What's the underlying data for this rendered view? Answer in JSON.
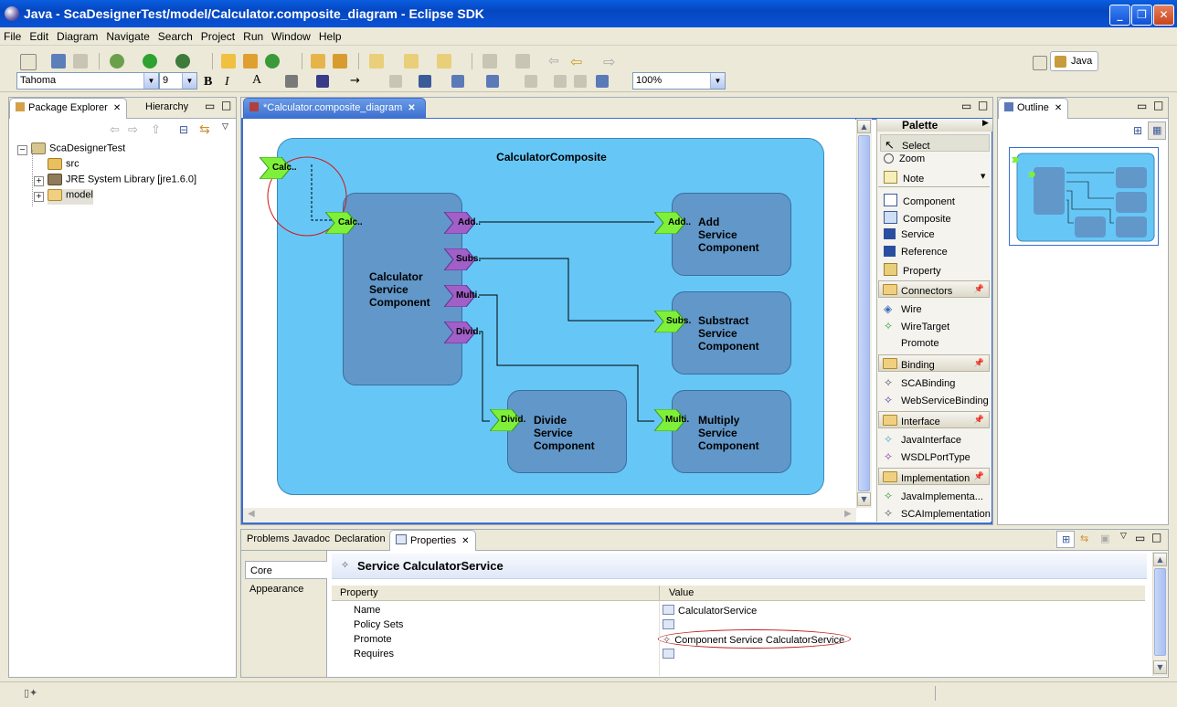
{
  "window": {
    "title": "Java - ScaDesignerTest/model/Calculator.composite_diagram - Eclipse SDK"
  },
  "menu": [
    "File",
    "Edit",
    "Diagram",
    "Navigate",
    "Search",
    "Project",
    "Run",
    "Window",
    "Help"
  ],
  "toolbar": {
    "font": "Tahoma",
    "font_size": "9",
    "zoom": "100%",
    "bold": "B",
    "italic": "I",
    "perspective": "Java"
  },
  "explorer": {
    "tabs": [
      "Package Explorer",
      "Hierarchy"
    ],
    "tree": [
      "ScaDesignerTest",
      "src",
      "JRE System Library [jre1.6.0]",
      "model"
    ]
  },
  "editor": {
    "tab": "*Calculator.composite_diagram",
    "composite_name": "CalculatorComposite",
    "components": {
      "calculator": "Calculator\nService\nComponent",
      "add": "Add\nService\nComponent",
      "substract": "Substract\nService\nComponent",
      "divide": "Divide\nService\nComponent",
      "multiply": "Multiply\nService\nComponent"
    },
    "ports": {
      "composite_service": "Calc..",
      "calc_service": "Calc..",
      "ref_add": "Add..",
      "ref_subs": "Subs.",
      "ref_multi": "Multi.",
      "ref_divid": "Divid.",
      "svc_add": "Add..",
      "svc_subs": "Subs.",
      "svc_divid": "Divid.",
      "svc_multi": "Multi."
    }
  },
  "palette": {
    "title": "Palette",
    "tools": [
      "Select",
      "Zoom",
      "Note"
    ],
    "nodes": [
      "Component",
      "Composite",
      "Service",
      "Reference",
      "Property"
    ],
    "drawers": {
      "connectors": {
        "label": "Connectors",
        "items": [
          "Wire",
          "WireTarget",
          "Promote"
        ]
      },
      "binding": {
        "label": "Binding",
        "items": [
          "SCABinding",
          "WebServiceBinding"
        ]
      },
      "interface": {
        "label": "Interface",
        "items": [
          "JavaInterface",
          "WSDLPortType"
        ]
      },
      "implementation": {
        "label": "Implementation",
        "items": [
          "JavaImplementa...",
          "SCAImplementation"
        ]
      }
    }
  },
  "outline": {
    "tab": "Outline"
  },
  "bottom": {
    "tabs": [
      "Problems",
      "Javadoc",
      "Declaration",
      "Properties"
    ],
    "categories": [
      "Core",
      "Appearance"
    ],
    "header": "Service CalculatorService",
    "columns": [
      "Property",
      "Value"
    ],
    "rows": [
      {
        "k": "Name",
        "v": "CalculatorService"
      },
      {
        "k": "Policy Sets",
        "v": ""
      },
      {
        "k": "Promote",
        "v": "Component Service CalculatorService"
      },
      {
        "k": "Requires",
        "v": ""
      }
    ]
  },
  "colors": {
    "composite": "#66c7f7",
    "component": "#6197c9",
    "service_port": "#7ff03a",
    "reference_port": "#a060c8",
    "titlebar": "#0a5ee0"
  }
}
